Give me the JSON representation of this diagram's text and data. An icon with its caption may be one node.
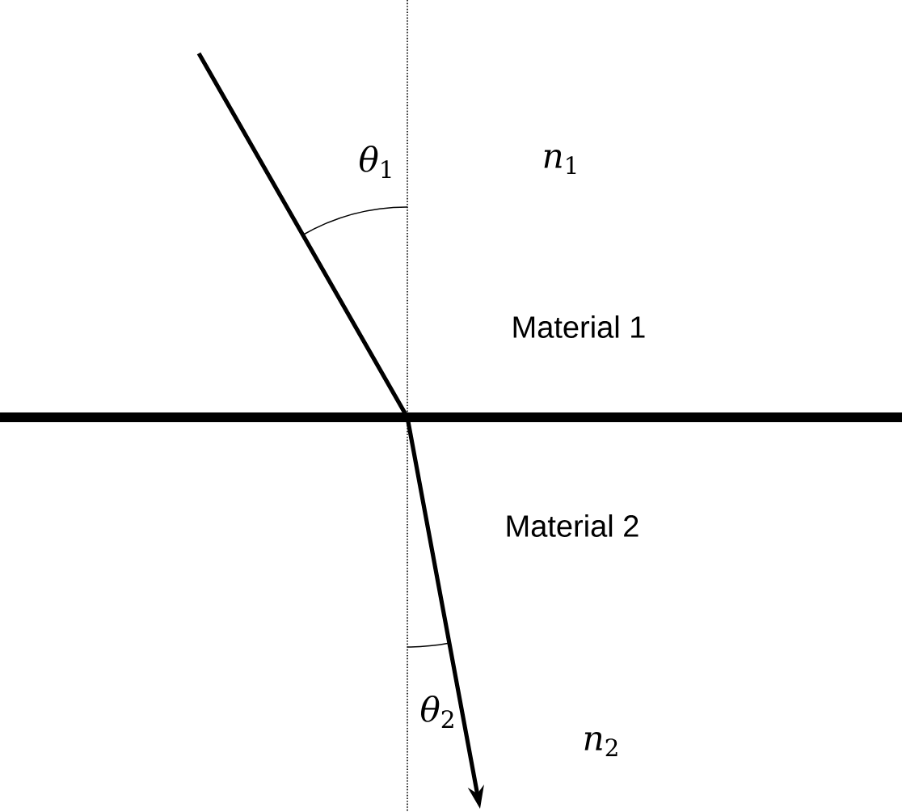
{
  "diagram": {
    "labels": [
      "*θ*$_{1}$",
      "*n*$_{1}$",
      "Material 1",
      "Material 2",
      "*θ*$_{2}$",
      "*n*$_{2}$"
    ]
  }
}
